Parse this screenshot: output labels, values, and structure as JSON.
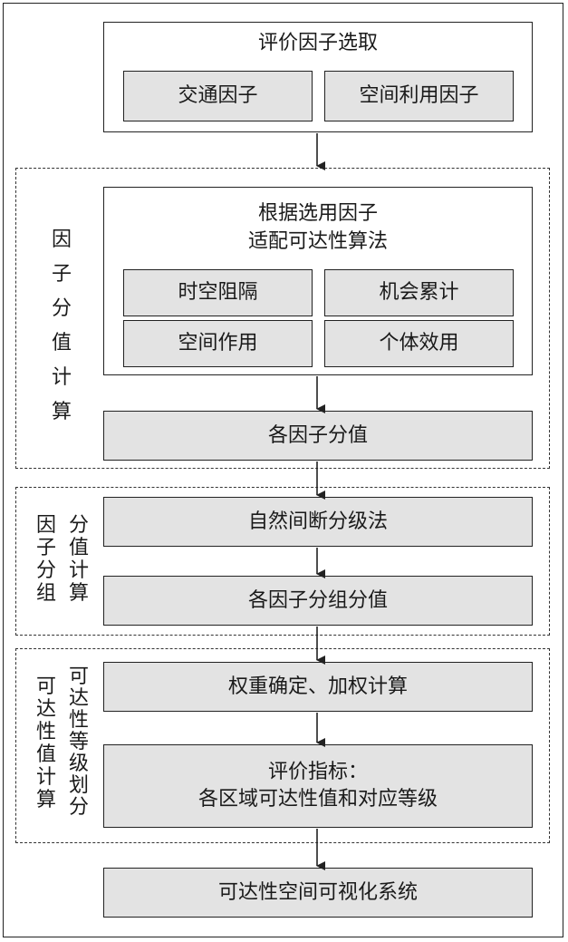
{
  "selection": {
    "title": "评价因子选取",
    "items": [
      "交通因子",
      "空间利用因子"
    ]
  },
  "section1": {
    "label": [
      "因",
      "子",
      "分",
      "值",
      "计",
      "算"
    ],
    "adapt_title_line1": "根据选用因子",
    "adapt_title_line2": "适配可达性算法",
    "methods": [
      "时空阻隔",
      "机会累计",
      "空间作用",
      "个体效用"
    ],
    "result": "各因子分值"
  },
  "section2": {
    "label_col1": [
      "因",
      "子",
      "分",
      "组"
    ],
    "label_col2": [
      "分",
      "值",
      "计",
      "算"
    ],
    "method": "自然间断分级法",
    "result": "各因子分组分值"
  },
  "section3": {
    "label_col1": [
      "可",
      "达",
      "性",
      "值",
      "计",
      "算"
    ],
    "label_col2": [
      "可",
      "达",
      "性",
      "等",
      "级",
      "划",
      "分"
    ],
    "weight": "权重确定、加权计算",
    "eval_line1": "评价指标：",
    "eval_line2": "各区域可达性值和对应等级"
  },
  "final": "可达性空间可视化系统"
}
